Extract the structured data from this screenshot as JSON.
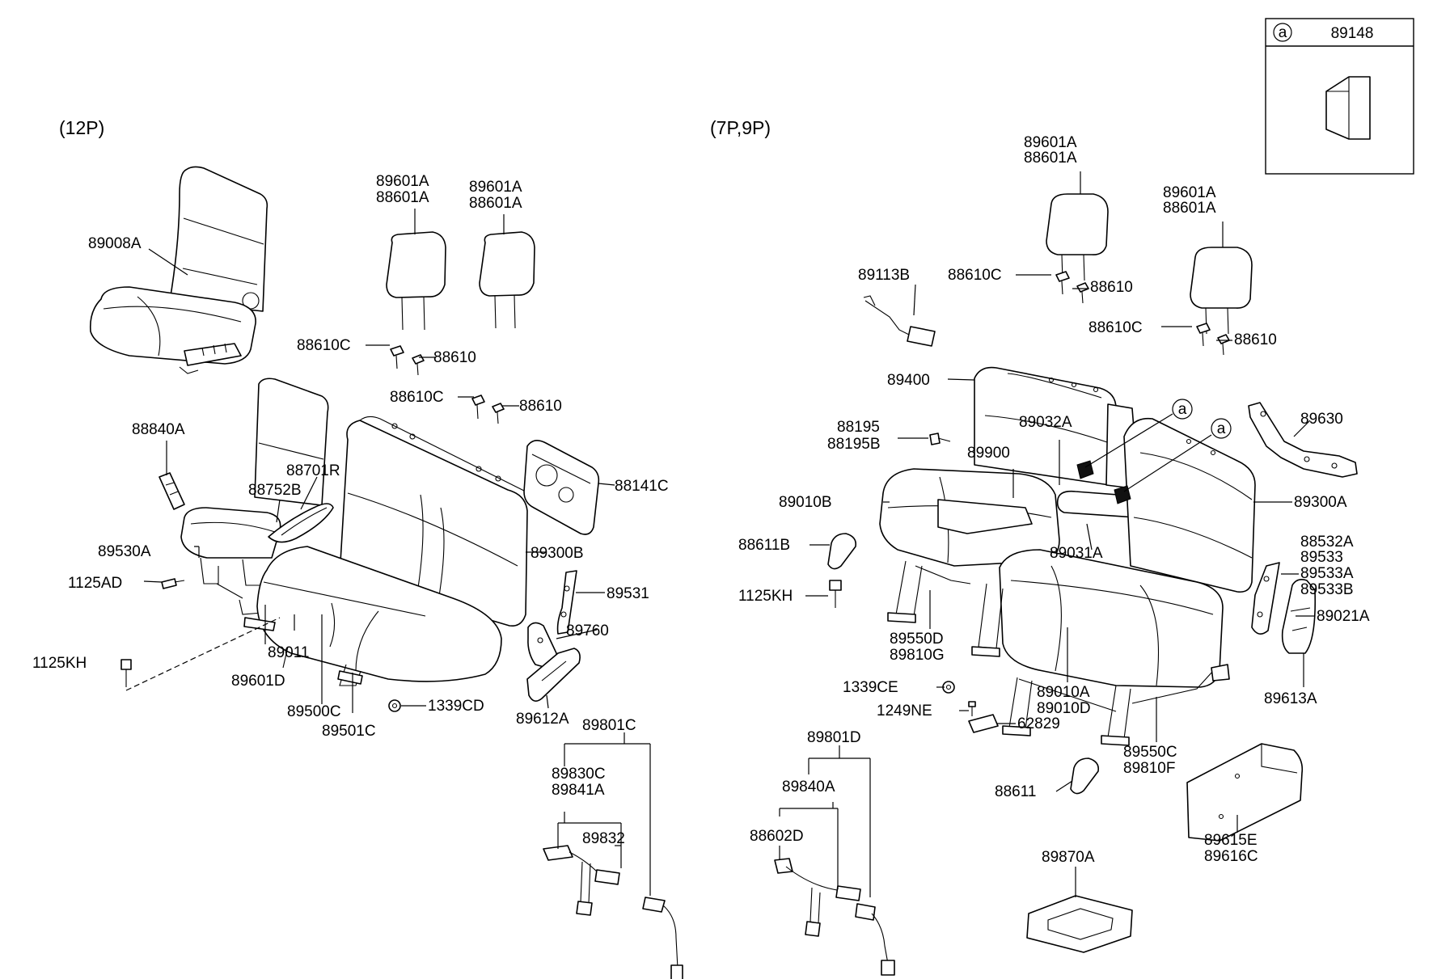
{
  "sections": {
    "left": "(12P)",
    "right": "(7P,9P)"
  },
  "inset": {
    "marker": "a",
    "part": "89148"
  },
  "callouts": {
    "c01": "89008A",
    "c02a": "89601A",
    "c02b": "88601A",
    "c03a": "89601A",
    "c03b": "88601A",
    "c04": "88610C",
    "c05": "88610",
    "c06": "88610C",
    "c07": "88610",
    "c08": "88840A",
    "c09": "88701R",
    "c10": "88752B",
    "c11": "88141C",
    "c12": "89530A",
    "c13": "89300B",
    "c14": "1125AD",
    "c15": "89531",
    "c16": "89760",
    "c17": "1125KH",
    "c18": "89011",
    "c19": "89601D",
    "c20": "89500C",
    "c21": "89501C",
    "c22": "1339CD",
    "c23": "89612A",
    "c24": "89801C",
    "c25a": "89830C",
    "c25b": "89841A",
    "c26": "89832",
    "c27a": "89601A",
    "c27b": "88601A",
    "c28a": "89601A",
    "c28b": "88601A",
    "c29": "89113B",
    "c30": "88610C",
    "c31": "88610",
    "c32": "88610C",
    "c33": "88610",
    "c34": "89400",
    "c35": "89630",
    "c36a": "88195",
    "c36b": "88195B",
    "c37": "89032A",
    "c38": "89900",
    "c39": "89010B",
    "c40": "89300A",
    "c41": "89031A",
    "c42": "88611B",
    "c43a": "88532A",
    "c43b": "89533",
    "c43c": "89533A",
    "c43d": "89533B",
    "c44": "89021A",
    "c45": "1125KH",
    "c46a": "89550D",
    "c46b": "89810G",
    "c47": "1339CE",
    "c48a": "89010A",
    "c48b": "89010D",
    "c49": "89613A",
    "c50": "1249NE",
    "c51": "62829",
    "c52a": "89550C",
    "c52b": "89810F",
    "c53": "89801D",
    "c54": "89840A",
    "c55": "88602D",
    "c56": "88611",
    "c57a": "89615E",
    "c57b": "89616C",
    "c58": "89870A",
    "m1": "a",
    "m2": "a"
  }
}
